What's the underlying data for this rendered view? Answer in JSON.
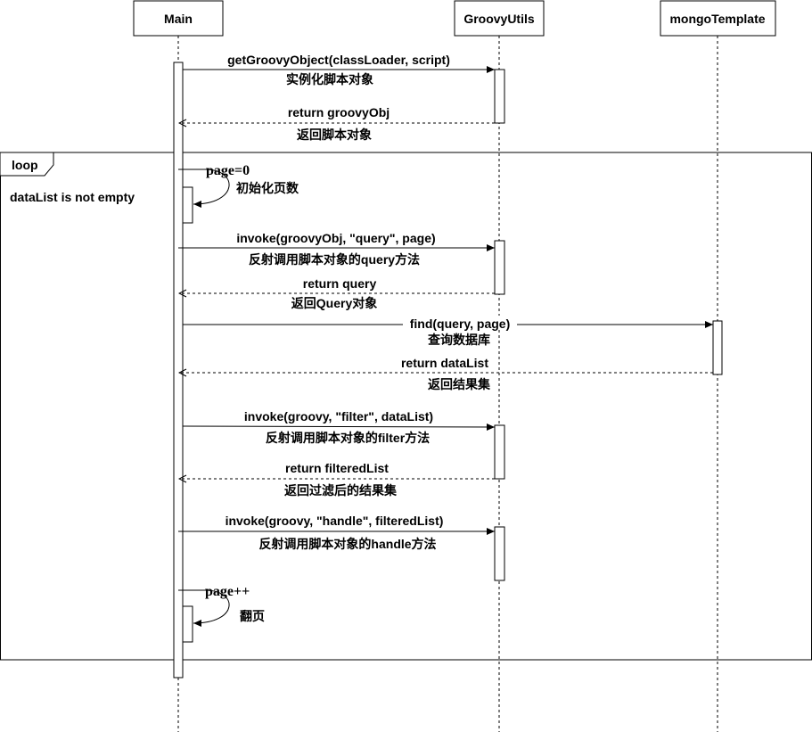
{
  "participants": [
    {
      "id": "main",
      "label": "Main"
    },
    {
      "id": "groovy",
      "label": "GroovyUtils"
    },
    {
      "id": "mongo",
      "label": "mongoTemplate"
    }
  ],
  "loop": {
    "tag": "loop",
    "guard": "dataList is not empty"
  },
  "messages": [
    {
      "id": "m1",
      "label": "getGroovyObject(classLoader, script)",
      "note": "实例化脚本对象"
    },
    {
      "id": "m2",
      "label": "return groovyObj",
      "note": "返回脚本对象"
    },
    {
      "id": "m3",
      "label": "page=0",
      "note": "初始化页数"
    },
    {
      "id": "m4",
      "label": "invoke(groovyObj, \"query\", page)",
      "note": "反射调用脚本对象的query方法"
    },
    {
      "id": "m5",
      "label": "return query",
      "note": "返回Query对象"
    },
    {
      "id": "m6",
      "label": "find(query, page)",
      "note": "查询数据库"
    },
    {
      "id": "m7",
      "label": "return dataList",
      "note": "返回结果集"
    },
    {
      "id": "m8",
      "label": "invoke(groovy, \"filter\", dataList)",
      "note": "反射调用脚本对象的filter方法"
    },
    {
      "id": "m9",
      "label": "return filteredList",
      "note": "返回过滤后的结果集"
    },
    {
      "id": "m10",
      "label": "invoke(groovy, \"handle\", filteredList)",
      "note": "反射调用脚本对象的handle方法"
    },
    {
      "id": "m11",
      "label": "page++",
      "note": "翻页"
    }
  ]
}
